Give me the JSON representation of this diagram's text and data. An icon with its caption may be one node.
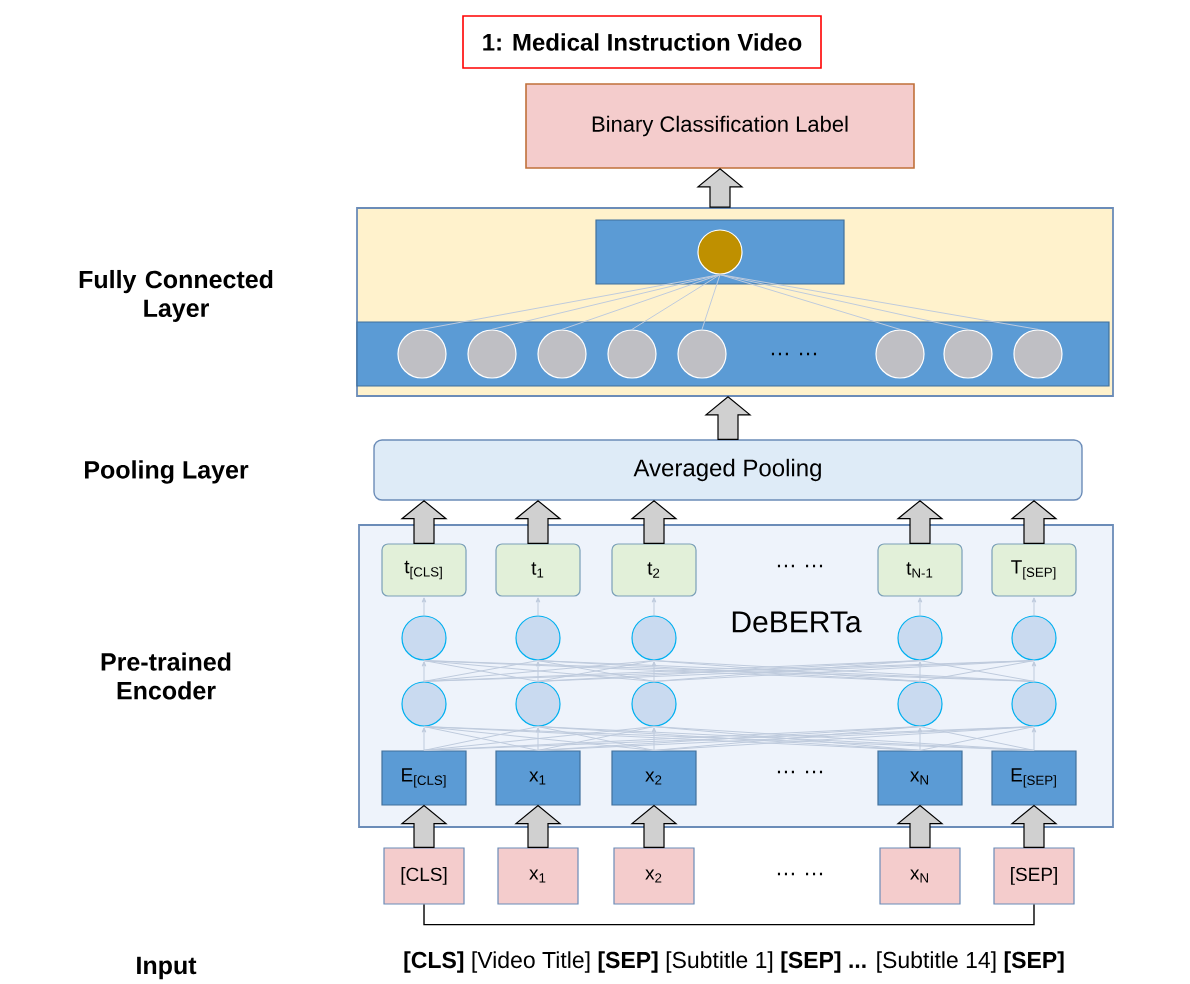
{
  "diagram": {
    "nodes": [
      {
        "text": [
          "1: Medical Instruction Video"
        ]
      },
      {
        "text": [
          "Binary Classification Label"
        ]
      },
      {
        "text": [],
        "shape": "box"
      },
      {
        "text": [],
        "shape": "bar",
        "in": 2
      },
      {
        "text": [],
        "shape": "circle",
        "in": 3
      },
      {
        "text": [],
        "shape": "bar",
        "in": 2
      },
      {
        "text": [],
        "shape": "circle",
        "in": 5
      },
      {
        "text": [],
        "shape": "circle",
        "in": 5
      },
      {
        "text": [],
        "shape": "circle",
        "in": 5
      },
      {
        "text": [],
        "shape": "circle",
        "in": 5
      },
      {
        "text": [],
        "shape": "circle",
        "in": 5
      },
      {
        "text": [],
        "shape": "circle",
        "in": 5
      },
      {
        "text": [],
        "shape": "circle",
        "in": 5
      },
      {
        "text": [],
        "shape": "circle",
        "in": 5
      },
      {
        "text": [
          "Averaged Pooling"
        ]
      },
      {
        "text": [
          "DeBERTa"
        ]
      },
      {
        "text": [
          "t$_{[CLS]}$"
        ],
        "in": 15
      },
      {
        "text": [
          "t$_{1}$"
        ],
        "in": 15
      },
      {
        "text": [
          "t$_{2}$"
        ],
        "in": 15
      },
      {
        "text": [
          "t$_{N-1}$"
        ],
        "in": 15
      },
      {
        "text": [
          "T$_{[SEP]}$"
        ],
        "in": 15
      },
      {
        "text": [],
        "shape": "circle",
        "in": 15
      },
      {
        "text": [],
        "shape": "circle",
        "in": 15
      },
      {
        "text": [],
        "shape": "circle",
        "in": 15
      },
      {
        "text": [],
        "shape": "circle",
        "in": 15
      },
      {
        "text": [],
        "shape": "circle",
        "in": 15
      },
      {
        "text": [],
        "shape": "circle",
        "in": 15
      },
      {
        "text": [],
        "shape": "circle",
        "in": 15
      },
      {
        "text": [],
        "shape": "circle",
        "in": 15
      },
      {
        "text": [],
        "shape": "circle",
        "in": 15
      },
      {
        "text": [],
        "shape": "circle",
        "in": 15
      },
      {
        "text": [
          "E$_{[CLS]}$"
        ],
        "in": 15
      },
      {
        "text": [
          "x$_{1}$"
        ],
        "in": 15
      },
      {
        "text": [
          "x$_{2}$"
        ],
        "in": 15
      },
      {
        "text": [
          "x$_{N}$"
        ],
        "in": 15
      },
      {
        "text": [
          "E$_{[SEP]}$"
        ],
        "in": 15
      },
      {
        "text": [
          "[CLS]"
        ]
      },
      {
        "text": [
          "x$_{1}$"
        ]
      },
      {
        "text": [
          "x$_{2}$"
        ]
      },
      {
        "text": [
          "x$_{N}$"
        ]
      },
      {
        "text": [
          "[SEP]"
        ]
      }
    ],
    "edges": [
      {
        "from": 2,
        "to": 1,
        "arrow": "to",
        "style": "thick"
      },
      {
        "from": 14,
        "to": 2,
        "arrow": "to",
        "style": "thick"
      },
      {
        "from": 16,
        "to": 14,
        "arrow": "to",
        "style": "thick"
      },
      {
        "from": 17,
        "to": 14,
        "arrow": "to",
        "style": "thick"
      },
      {
        "from": 18,
        "to": 14,
        "arrow": "to",
        "style": "thick"
      },
      {
        "from": 19,
        "to": 14,
        "arrow": "to",
        "style": "thick"
      },
      {
        "from": 20,
        "to": 14,
        "arrow": "to",
        "style": "thick"
      },
      {
        "from": 6,
        "to": 4,
        "arrow": "none"
      },
      {
        "from": 7,
        "to": 4,
        "arrow": "none"
      },
      {
        "from": 8,
        "to": 4,
        "arrow": "none"
      },
      {
        "from": 9,
        "to": 4,
        "arrow": "none"
      },
      {
        "from": 10,
        "to": 4,
        "arrow": "none"
      },
      {
        "from": 11,
        "to": 4,
        "arrow": "none"
      },
      {
        "from": 12,
        "to": 4,
        "arrow": "none"
      },
      {
        "from": 13,
        "to": 4,
        "arrow": "none"
      },
      {
        "from": 21,
        "to": 16,
        "arrow": "to"
      },
      {
        "from": 22,
        "to": 17,
        "arrow": "to"
      },
      {
        "from": 23,
        "to": 18,
        "arrow": "to"
      },
      {
        "from": 24,
        "to": 19,
        "arrow": "to"
      },
      {
        "from": 25,
        "to": 20,
        "arrow": "to"
      },
      {
        "from": 26,
        "to": 21,
        "arrow": "to"
      },
      {
        "from": 26,
        "to": 22,
        "arrow": "none"
      },
      {
        "from": 26,
        "to": 23,
        "arrow": "none"
      },
      {
        "from": 26,
        "to": 24,
        "arrow": "none"
      },
      {
        "from": 26,
        "to": 25,
        "arrow": "none"
      },
      {
        "from": 27,
        "to": 21,
        "arrow": "none"
      },
      {
        "from": 27,
        "to": 22,
        "arrow": "to"
      },
      {
        "from": 27,
        "to": 23,
        "arrow": "none"
      },
      {
        "from": 27,
        "to": 24,
        "arrow": "none"
      },
      {
        "from": 27,
        "to": 25,
        "arrow": "none"
      },
      {
        "from": 28,
        "to": 21,
        "arrow": "none"
      },
      {
        "from": 28,
        "to": 22,
        "arrow": "none"
      },
      {
        "from": 28,
        "to": 23,
        "arrow": "to"
      },
      {
        "from": 28,
        "to": 24,
        "arrow": "none"
      },
      {
        "from": 28,
        "to": 25,
        "arrow": "none"
      },
      {
        "from": 29,
        "to": 21,
        "arrow": "none"
      },
      {
        "from": 29,
        "to": 22,
        "arrow": "none"
      },
      {
        "from": 29,
        "to": 23,
        "arrow": "none"
      },
      {
        "from": 29,
        "to": 24,
        "arrow": "to"
      },
      {
        "from": 29,
        "to": 25,
        "arrow": "none"
      },
      {
        "from": 30,
        "to": 21,
        "arrow": "none"
      },
      {
        "from": 30,
        "to": 22,
        "arrow": "none"
      },
      {
        "from": 30,
        "to": 23,
        "arrow": "none"
      },
      {
        "from": 30,
        "to": 24,
        "arrow": "none"
      },
      {
        "from": 30,
        "to": 25,
        "arrow": "to"
      },
      {
        "from": 31,
        "to": 26,
        "arrow": "to"
      },
      {
        "from": 31,
        "to": 27,
        "arrow": "none"
      },
      {
        "from": 31,
        "to": 28,
        "arrow": "none"
      },
      {
        "from": 31,
        "to": 29,
        "arrow": "none"
      },
      {
        "from": 31,
        "to": 30,
        "arrow": "none"
      },
      {
        "from": 32,
        "to": 26,
        "arrow": "none"
      },
      {
        "from": 32,
        "to": 27,
        "arrow": "to"
      },
      {
        "from": 32,
        "to": 28,
        "arrow": "none"
      },
      {
        "from": 32,
        "to": 29,
        "arrow": "none"
      },
      {
        "from": 32,
        "to": 30,
        "arrow": "none"
      },
      {
        "from": 33,
        "to": 26,
        "arrow": "none"
      },
      {
        "from": 33,
        "to": 27,
        "arrow": "none"
      },
      {
        "from": 33,
        "to": 28,
        "arrow": "to"
      },
      {
        "from": 33,
        "to": 29,
        "arrow": "none"
      },
      {
        "from": 33,
        "to": 30,
        "arrow": "none"
      },
      {
        "from": 34,
        "to": 26,
        "arrow": "none"
      },
      {
        "from": 34,
        "to": 27,
        "arrow": "none"
      },
      {
        "from": 34,
        "to": 28,
        "arrow": "none"
      },
      {
        "from": 34,
        "to": 29,
        "arrow": "to"
      },
      {
        "from": 34,
        "to": 30,
        "arrow": "none"
      },
      {
        "from": 35,
        "to": 26,
        "arrow": "none"
      },
      {
        "from": 35,
        "to": 27,
        "arrow": "none"
      },
      {
        "from": 35,
        "to": 28,
        "arrow": "none"
      },
      {
        "from": 35,
        "to": 29,
        "arrow": "none"
      },
      {
        "from": 35,
        "to": 30,
        "arrow": "to"
      },
      {
        "from": 36,
        "to": 31,
        "arrow": "to",
        "style": "thick"
      },
      {
        "from": 37,
        "to": 32,
        "arrow": "to",
        "style": "thick"
      },
      {
        "from": 38,
        "to": 33,
        "arrow": "to",
        "style": "thick"
      },
      {
        "from": 39,
        "to": 34,
        "arrow": "to",
        "style": "thick"
      },
      {
        "from": 40,
        "to": 35,
        "arrow": "to",
        "style": "thick"
      },
      {
        "from": 36,
        "to": 40,
        "arrow": "none",
        "color": "#000000"
      }
    ],
    "labels": [
      "Fully Connected Layer",
      "… …",
      "Pooling Layer",
      "… …",
      "Pre-trained Encoder",
      "… …",
      "… …",
      "Input",
      "**[CLS]** [Video Title] **[SEP]** [Subtitle 1] **[SEP]** **...** [Subtitle 14] **[SEP]**"
    ]
  }
}
